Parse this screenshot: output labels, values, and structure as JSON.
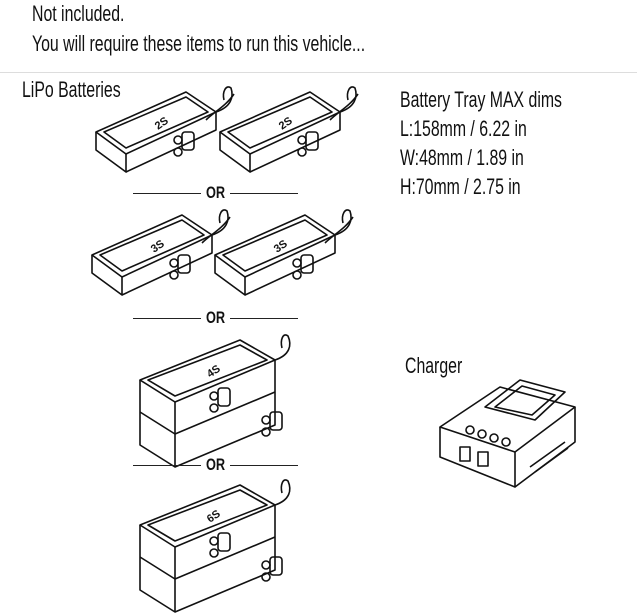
{
  "header": {
    "line1": "Not included.",
    "line2": "You will require these items to run this vehicle..."
  },
  "batteries": {
    "title": "LiPo Batteries",
    "options": [
      {
        "label": "2S",
        "count": 2
      },
      {
        "label": "3S",
        "count": 2
      },
      {
        "label": "4S",
        "count": 1
      },
      {
        "label": "6S",
        "count": 1
      }
    ],
    "separator": "OR"
  },
  "tray": {
    "title": "Battery Tray MAX dims",
    "length": "L:158mm / 6.22 in",
    "width": "W:48mm / 1.89 in",
    "height": "H:70mm / 2.75 in"
  },
  "charger": {
    "title": "Charger"
  }
}
